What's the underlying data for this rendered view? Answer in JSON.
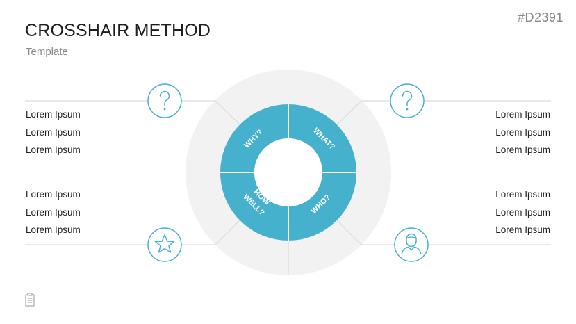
{
  "header": {
    "title": "CROSSHAIR METHOD",
    "subtitle": "Template",
    "code": "#D2391"
  },
  "lists": {
    "top_left": [
      "Lorem Ipsum",
      "Lorem Ipsum",
      "Lorem Ipsum"
    ],
    "bottom_left": [
      "Lorem Ipsum",
      "Lorem Ipsum",
      "Lorem Ipsum"
    ],
    "top_right": [
      "Lorem Ipsum",
      "Lorem Ipsum",
      "Lorem Ipsum"
    ],
    "bottom_right": [
      "Lorem Ipsum",
      "Lorem Ipsum",
      "Lorem Ipsum"
    ]
  },
  "segments": {
    "top_left": "WHY?",
    "top_right": "WHAT?",
    "bottom_left_line1": "HOW",
    "bottom_left_line2": "WELL?",
    "bottom_right": "WHO?"
  },
  "icons": {
    "top_left": "question-mark-icon",
    "top_right": "question-mark-icon",
    "bottom_left": "star-icon",
    "bottom_right": "person-icon",
    "footer": "clipboard-icon"
  },
  "colors": {
    "accent": "#45b1cd",
    "ring": "#f2f2f2",
    "line": "#dcdcdc",
    "label": "#ffffff"
  }
}
